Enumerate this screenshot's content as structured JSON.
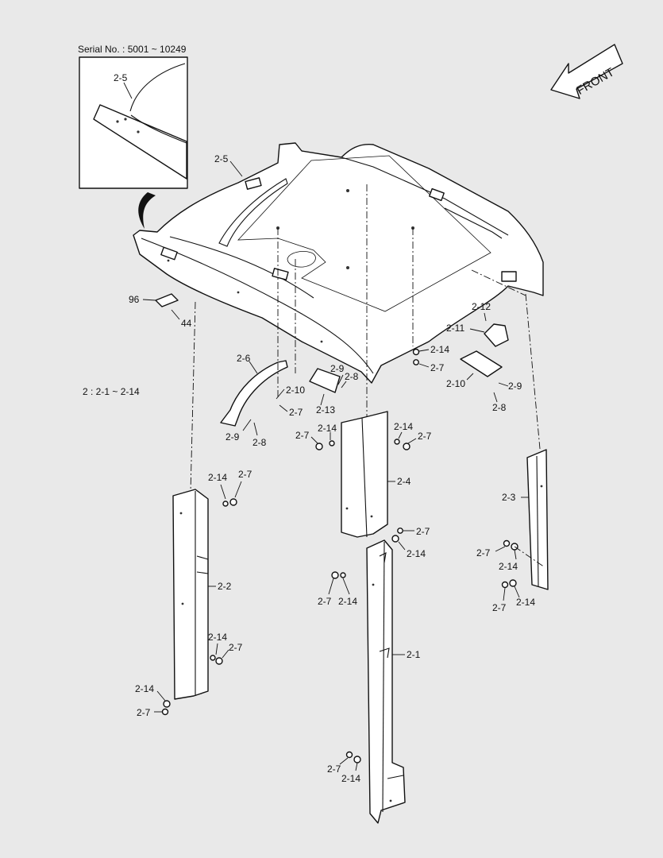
{
  "serial_note": "Serial No. : 5001 ~ 10249",
  "front_label": "FRONT",
  "group_note": "2 : 2-1 ~ 2-14",
  "callouts": {
    "c_2_5_inset": "2-5",
    "c_2_5": "2-5",
    "c_96": "96",
    "c_44": "44",
    "c_2_6": "2-6",
    "c_2_9_a": "2-9",
    "c_2_8_a": "2-8",
    "c_2_9_b": "2-9",
    "c_2_8_b": "2-8",
    "c_2_10_a": "2-10",
    "c_2_7_a": "2-7",
    "c_2_13": "2-13",
    "c_2_12": "2-12",
    "c_2_11": "2-11",
    "c_2_14_a": "2-14",
    "c_2_7_b": "2-7",
    "c_2_10_b": "2-10",
    "c_2_9_c": "2-9",
    "c_2_8_c": "2-8",
    "c_2_7_c": "2-7",
    "c_2_14_b": "2-14",
    "c_2_14_c": "2-14",
    "c_2_7_d": "2-7",
    "c_2_4": "2-4",
    "c_2_14_d": "2-14",
    "c_2_7_e": "2-7",
    "c_2_2": "2-2",
    "c_2_14_e": "2-14",
    "c_2_7_f": "2-7",
    "c_2_14_f": "2-14",
    "c_2_7_g": "2-7",
    "c_2_7_h": "2-7",
    "c_2_14_g": "2-14",
    "c_2_7_i": "2-7",
    "c_2_14_h": "2-14",
    "c_2_1": "2-1",
    "c_2_7_j": "2-7",
    "c_2_14_i": "2-14",
    "c_2_3": "2-3",
    "c_2_7_k": "2-7",
    "c_2_14_j": "2-14",
    "c_2_7_l": "2-7",
    "c_2_14_k": "2-14"
  }
}
